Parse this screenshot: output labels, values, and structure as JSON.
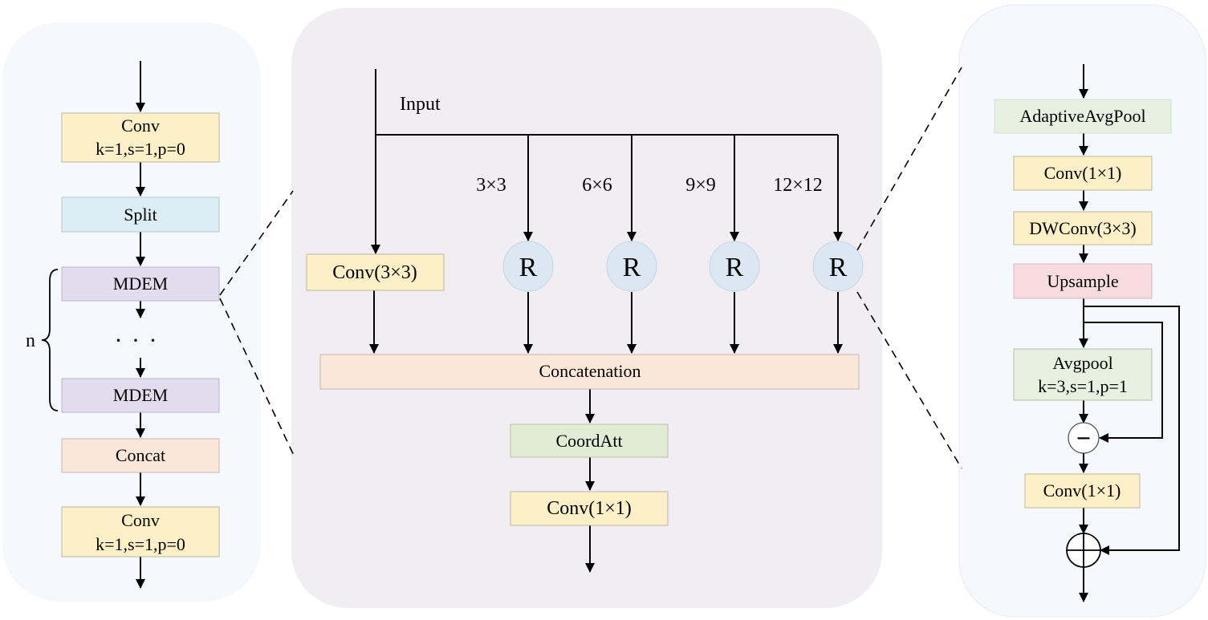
{
  "colors": {
    "conv": "#fdf0c8",
    "split": "#dcedf3",
    "mdem": "#e3dcef",
    "concat": "#fbe6da",
    "coordatt": "#e1ecd6",
    "adaptive": "#e7f1e2",
    "upsample": "#f6dcdf",
    "r_circle": "#dbe8f3",
    "panel_side": "#f5f8fd",
    "panel_center": "#f0edf3"
  },
  "left_panel": {
    "conv_top_line1": "Conv",
    "conv_top_line2": "k=1,s=1,p=0",
    "split": "Split",
    "mdem_top": "MDEM",
    "dots": "· · ·",
    "mdem_bottom": "MDEM",
    "repeat_label": "n",
    "concat": "Concat",
    "conv_bottom_line1": "Conv",
    "conv_bottom_line2": "k=1,s=1,p=0"
  },
  "center_panel": {
    "input_label": "Input",
    "conv3": "Conv(3×3)",
    "branches": [
      {
        "size": "3×3",
        "node": "R"
      },
      {
        "size": "6×6",
        "node": "R"
      },
      {
        "size": "9×9",
        "node": "R"
      },
      {
        "size": "12×12",
        "node": "R"
      }
    ],
    "concatenation": "Concatenation",
    "coordatt": "CoordAtt",
    "conv1": "Conv(1×1)"
  },
  "right_panel": {
    "adaptive": "AdaptiveAvgPool",
    "conv1_top": "Conv(1×1)",
    "dwconv": "DWConv(3×3)",
    "upsample": "Upsample",
    "avgpool_line1": "Avgpool",
    "avgpool_line2": "k=3,s=1,p=1",
    "minus": "−",
    "conv1_bottom": "Conv(1×1)",
    "plus": "+"
  }
}
